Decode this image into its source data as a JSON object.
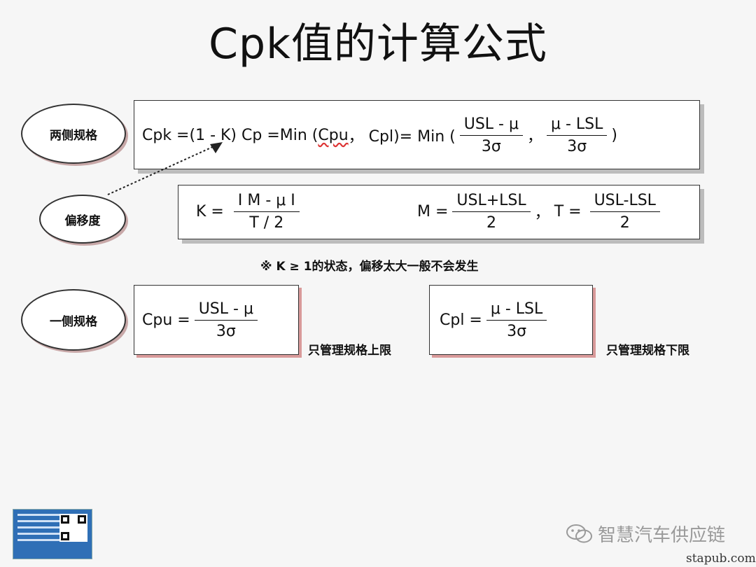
{
  "title": "Cpk值的计算公式",
  "labels": {
    "two_sided": "两侧规格",
    "offset": "偏移度",
    "one_sided": "一侧规格"
  },
  "formula_main": {
    "prefix": "Cpk =(1 - K) Cp =Min (",
    "cpu": "Cpu",
    "mid": "，  Cpl)= Min (",
    "f1_num": "USL - μ",
    "f1_den": "3σ",
    "sep": "，",
    "f2_num": "μ - LSL",
    "f2_den": "3σ",
    "suffix": ")"
  },
  "formula_k": {
    "k_lhs": "K =",
    "k_num": "I M - μ I",
    "k_den": "T / 2",
    "m_lhs": "M =",
    "m_num": "USL+LSL",
    "m_den": "2",
    "comma": "，",
    "t_lhs": "T =",
    "t_num": "USL-LSL",
    "t_den": "2"
  },
  "note": "※ K ≥ 1的状态，偏移太大一般不会发生",
  "cpu_box": {
    "lhs": "Cpu =",
    "num": "USL - μ",
    "den": "3σ"
  },
  "cpl_box": {
    "lhs": "Cpl =",
    "num": "μ - LSL",
    "den": "3σ"
  },
  "cpu_note": "只管理规格上限",
  "cpl_note": "只管理规格下限",
  "watermark": "智慧汽车供应链",
  "site": "stapub.com"
}
